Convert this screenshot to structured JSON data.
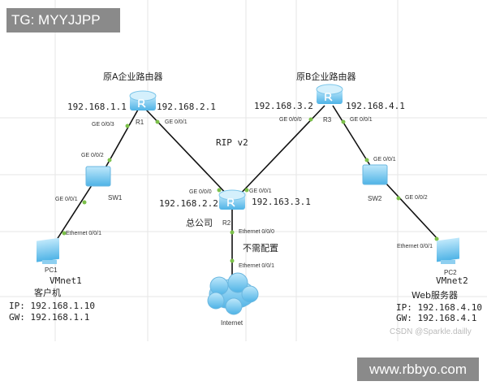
{
  "overlay": {
    "tg": "TG: MYYJJPP",
    "site": "www.rbbyo.com",
    "watermark": "CSDN @Sparkle.dailly"
  },
  "protocol": "RIP v2",
  "routers": {
    "r1": {
      "name": "R1",
      "title": "原A企业路由器",
      "ip_left": "192.168.1.1",
      "ip_right": "192.168.2.1",
      "port_left": "GE 0/0/3",
      "port_right": "GE 0/0/1"
    },
    "r3": {
      "name": "R3",
      "title": "原B企业路由器",
      "ip_left": "192.168.3.2",
      "ip_right": "192.168.4.1",
      "port_left": "GE 0/0/0",
      "port_right": "GE 0/0/1"
    },
    "r2": {
      "name": "R2",
      "title": "总公司",
      "ip_left": "192.168.2.2",
      "ip_right": "192.163.3.1",
      "port_left": "GE 0/0/0",
      "port_right": "GE 0/0/1",
      "port_down": "Ethernet 0/0/0"
    }
  },
  "switches": {
    "sw1": {
      "name": "SW1",
      "port_up": "GE 0/0/2",
      "port_down": "GE 0/0/1"
    },
    "sw2": {
      "name": "SW2",
      "port_up": "GE 0/0/1",
      "port_down": "GE 0/0/2"
    }
  },
  "pcs": {
    "pc1": {
      "name": "PC1",
      "net": "VMnet1",
      "port": "Ethernet 0/0/1",
      "role": "客户机",
      "ip": "IP: 192.168.1.10",
      "gw": "GW: 192.168.1.1"
    },
    "pc2": {
      "name": "PC2",
      "net": "VMnet2",
      "port": "Ethernet 0/0/1",
      "role": "Web服务器",
      "ip": "IP: 192.168.4.10",
      "gw": "GW: 192.168.4.1"
    }
  },
  "internet": {
    "name": "Internet",
    "port": "Ethernet 0/0/1",
    "note": "不需配置"
  }
}
